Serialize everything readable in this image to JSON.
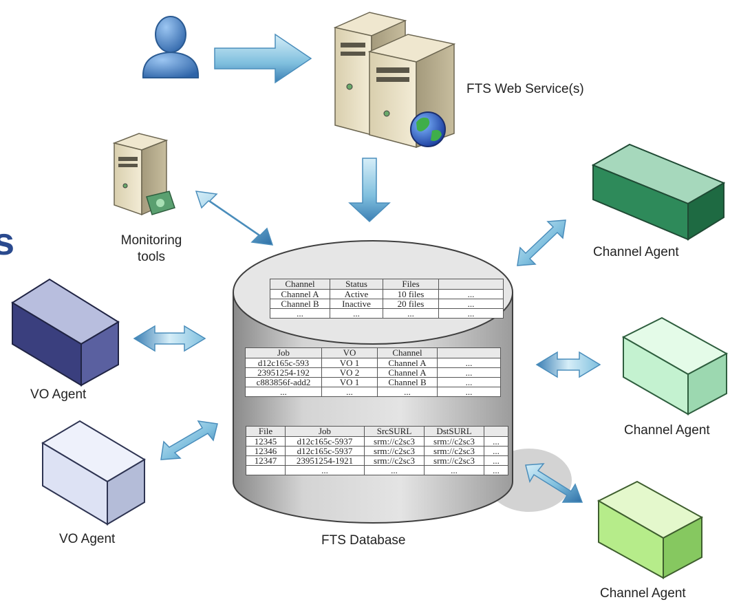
{
  "labels": {
    "web_service": "FTS Web Service(s)",
    "monitoring_line1": "Monitoring",
    "monitoring_line2": "tools",
    "channel_agent": "Channel Agent",
    "vo_agent": "VO Agent",
    "database": "FTS Database",
    "stray_glyph": "s"
  },
  "colors": {
    "arrow": "#7fbfde",
    "box_green_dark": "#2e8a5a",
    "box_green_light": "#b6f0c8",
    "box_green_lime": "#a8e87a",
    "box_navy": "#3a3f7e",
    "box_pale_blue": "#cfd6ee",
    "person": "#4a86c8"
  },
  "tables": {
    "channels": {
      "headers": [
        "Channel",
        "Status",
        "Files",
        ""
      ],
      "rows": [
        [
          "Channel A",
          "Active",
          "10 files",
          "..."
        ],
        [
          "Channel B",
          "Inactive",
          "20 files",
          "..."
        ],
        [
          "...",
          "...",
          "...",
          "..."
        ]
      ]
    },
    "jobs": {
      "headers": [
        "Job",
        "VO",
        "Channel",
        ""
      ],
      "rows": [
        [
          "d12c165c-593",
          "VO 1",
          "Channel A",
          "..."
        ],
        [
          "23951254-192",
          "VO 2",
          "Channel A",
          "..."
        ],
        [
          "c883856f-add2",
          "VO 1",
          "Channel B",
          "..."
        ],
        [
          "...",
          "...",
          "...",
          "..."
        ]
      ]
    },
    "files": {
      "headers": [
        "File",
        "Job",
        "SrcSURL",
        "DstSURL",
        ""
      ],
      "rows": [
        [
          "12345",
          "d12c165c-5937",
          "srm://c2sc3",
          "srm://c2sc3",
          "..."
        ],
        [
          "12346",
          "d12c165c-5937",
          "srm://c2sc3",
          "srm://c2sc3",
          "..."
        ],
        [
          "12347",
          "23951254-1921",
          "srm://c2sc3",
          "srm://c2sc3",
          "..."
        ],
        [
          "",
          "...",
          "...",
          "...",
          "..."
        ]
      ]
    }
  }
}
